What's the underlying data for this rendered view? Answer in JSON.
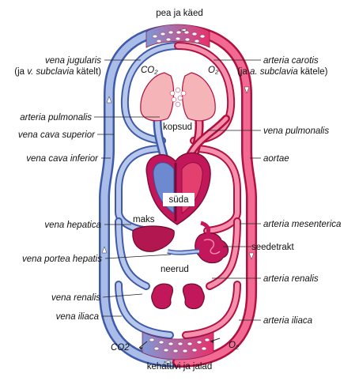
{
  "labels": {
    "top": "pea ja käed",
    "bottom": "kehatüvi ja jalad",
    "lungs": "kopsud",
    "heart": "süda",
    "liver": "maks",
    "gut": "seedetrakt",
    "kidneys": "neerud",
    "co2_top": "CO₂",
    "o2_top": "O₂",
    "co2_bottom": "CO2",
    "o2_bottom": "O₂"
  },
  "left_annotations": {
    "jugularis_1": "vena jugularis",
    "jugularis_2a": "(ja ",
    "jugularis_2b": "v. subclavia",
    "jugularis_2c": " kätelt)",
    "art_pulm": "arteria pulmonalis",
    "vc_sup": "vena cava superior",
    "vc_inf": "vena cava inferior",
    "hepatica": "vena hepatica",
    "portea": "vena portea hepatis",
    "renalis": "vena renalis",
    "iliaca": "vena iliaca"
  },
  "right_annotations": {
    "carotis_1": "arteria carotis",
    "carotis_2a": "(ja ",
    "carotis_2b": "a. subclavia",
    "carotis_2c": " kätele)",
    "vena_pulm": "vena pulmonalis",
    "aortae": "aortae",
    "mesenterica": "arteria mesenterica",
    "renalis": "arteria renalis",
    "iliaca": "arteria iliaca"
  },
  "colors": {
    "venous": "#7e99d6",
    "venous_dark": "#3f5aa8",
    "arterial": "#e8306a",
    "arterial_dark": "#b0113f",
    "organ": "#c2185b",
    "lung": "#f4b4b8"
  }
}
